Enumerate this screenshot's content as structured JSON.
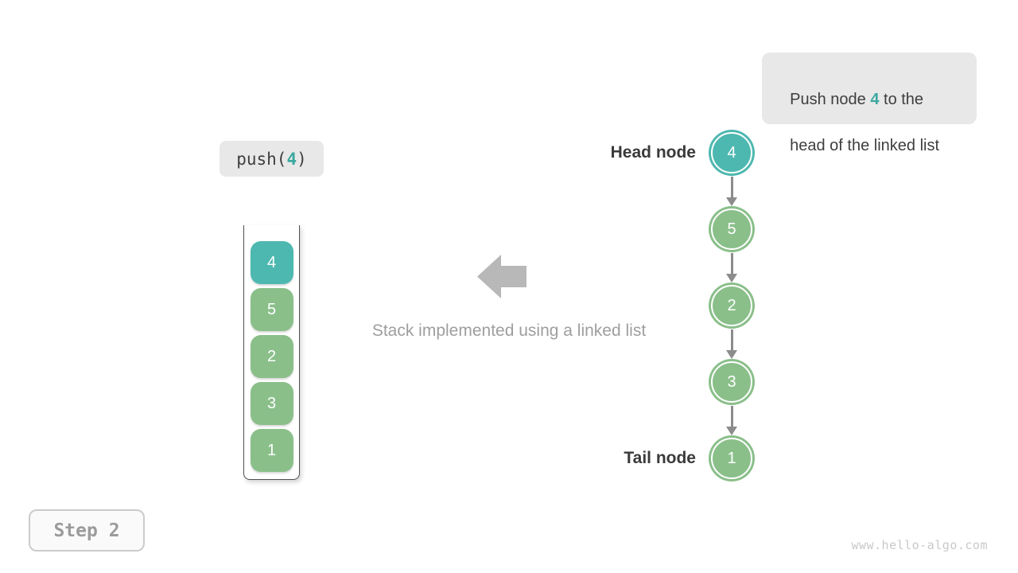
{
  "palette": {
    "teal_fill": "#4db8b0",
    "teal_text": "#3ba89f",
    "green_fill": "#8abf8a",
    "dark_text": "#3e3e3e",
    "label_text": "#3a3a3a",
    "caption_gray": "#9e9e9e",
    "block_arrow_gray": "#b8b8b8",
    "connector_gray": "#8c8c8c",
    "chip_bg": "#e8e8e8",
    "step_text": "#9b9b9b",
    "watermark_gray": "#c9c9c9"
  },
  "callout": {
    "line1_pre": "Push node ",
    "highlight": "4",
    "line1_post": " to the",
    "line2": "head of the linked list"
  },
  "code_label": {
    "pre": "push(",
    "num": "4",
    "post": ")"
  },
  "stack": {
    "items": [
      {
        "value": "4",
        "color": "teal"
      },
      {
        "value": "5",
        "color": "green"
      },
      {
        "value": "2",
        "color": "green"
      },
      {
        "value": "3",
        "color": "green"
      },
      {
        "value": "1",
        "color": "green"
      }
    ]
  },
  "caption": {
    "text": "Stack implemented using a linked list"
  },
  "linked_list": {
    "head_label": "Head node",
    "tail_label": "Tail node",
    "nodes": [
      {
        "value": "4",
        "color": "teal"
      },
      {
        "value": "5",
        "color": "green"
      },
      {
        "value": "2",
        "color": "green"
      },
      {
        "value": "3",
        "color": "green"
      },
      {
        "value": "1",
        "color": "green"
      }
    ]
  },
  "step": {
    "label": "Step 2"
  },
  "watermark": {
    "text": "www.hello-algo.com"
  }
}
